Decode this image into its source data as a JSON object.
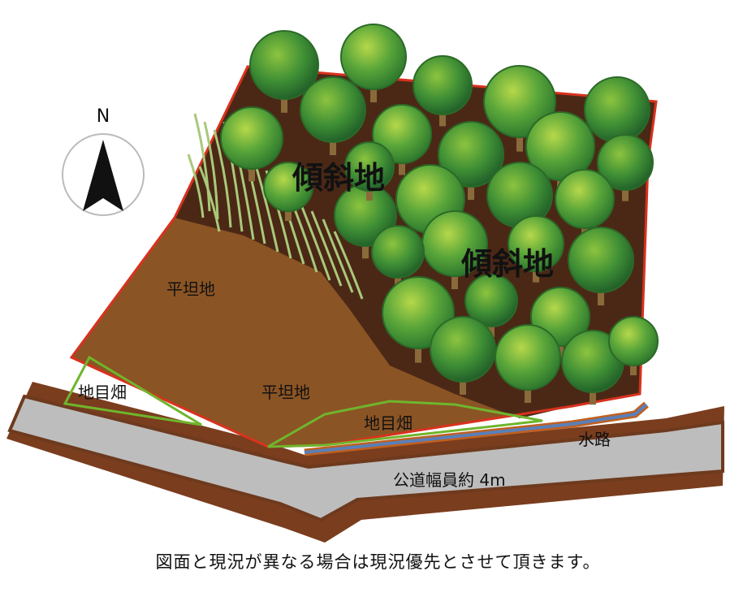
{
  "north_label": "N",
  "labels": {
    "slope_1": "傾斜地",
    "slope_2": "傾斜地",
    "flat_1": "平坦地",
    "flat_2": "平坦地",
    "field_left": "地目畑",
    "field_right": "地目畑",
    "waterway": "水路",
    "road": "公道幅員約 4m"
  },
  "note": "図面と現況が異なる場合は現況優先とさせて頂きます。",
  "colors": {
    "flat_ground": "#8b5424",
    "slope_ground": "#4b2816",
    "road": "#bdbdbd",
    "road_edge": "#7a3d1e",
    "boundary": "#d8321e",
    "field_outline": "#6fb52d",
    "waterway": "#5a7fb8"
  }
}
